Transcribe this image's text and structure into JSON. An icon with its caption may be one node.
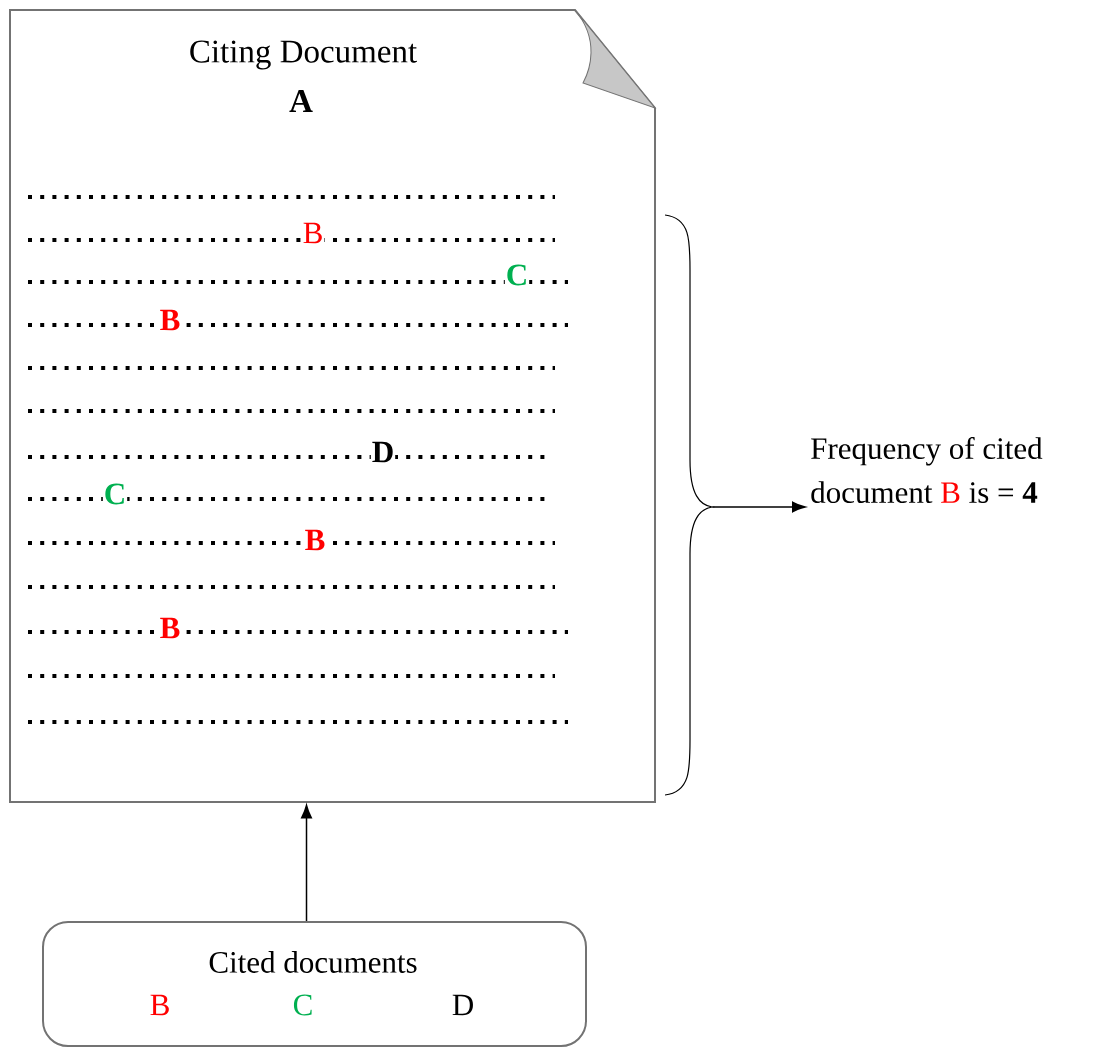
{
  "diagram": {
    "nodes": [
      {
        "text": [
          "Citing Document",
          "A"
        ]
      },
      {
        "text": [
          "Frequency of cited document",
          "B",
          "is = **4**"
        ]
      },
      {
        "text": [],
        "shape": "brace"
      },
      {
        "text": [
          "Cited documents",
          "B",
          "C",
          "D"
        ]
      }
    ],
    "edges": [
      {
        "from": 2,
        "to": 1,
        "arrow": "to"
      },
      {
        "from": 3,
        "to": 0,
        "arrow": "to"
      }
    ],
    "labels": [
      "B",
      "C",
      "B",
      "D",
      "C",
      "B",
      "B"
    ]
  }
}
